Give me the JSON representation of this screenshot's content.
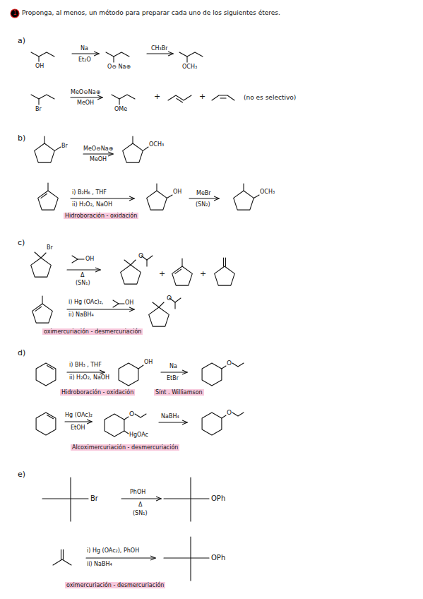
{
  "diagram": {
    "title": "Proponga, al menos, un método para preparar cada uno de los siguientes éteres.",
    "labels": [
      "1",
      "a)",
      "OH",
      "Na",
      "Et₂O",
      "O⊖ Na⊕",
      "CH₃Br",
      "OCH₃",
      "Br",
      "MeO⊖Na⊕",
      "MeOH",
      "OMe",
      "+",
      "+",
      "(no es selectivo)",
      "b)",
      "Br",
      "MeO⊖Na⊕",
      "MeOH",
      "OCH₃",
      "i) B₂H₆ , THF",
      "ii) H₂O₂, NaOH",
      "Hidroboración - oxidación",
      "OH",
      "MeBr",
      "(SN₂)",
      "OCH₃",
      "c)",
      "Br",
      "OH",
      "Δ",
      "(SN₁)",
      "O",
      "+",
      "+",
      "i) Hg (OAc)₂,",
      "OH",
      "ii) NaBH₄",
      "O",
      "oximercuriación - desmercuriación",
      "d)",
      "i) BH₃ , THF",
      "ii) H₂O₂, NaOH",
      "Hidroboración - oxidación",
      "OH",
      "Na",
      "EtBr",
      "Sínt . Williamson",
      "O",
      "Hg (OAc)₂",
      "EtOH",
      "O",
      "HgOAc",
      "NaBH₄",
      "O",
      "Alcoximercuriación - desmercuriación",
      "e)",
      "Br",
      "PhOH",
      "Δ",
      "(SN₁)",
      "OPh",
      "i) Hg (OAc₂), PhOH",
      "ii) NaBH₄",
      "OPh",
      "oximercuriación - desmercuriación"
    ]
  }
}
